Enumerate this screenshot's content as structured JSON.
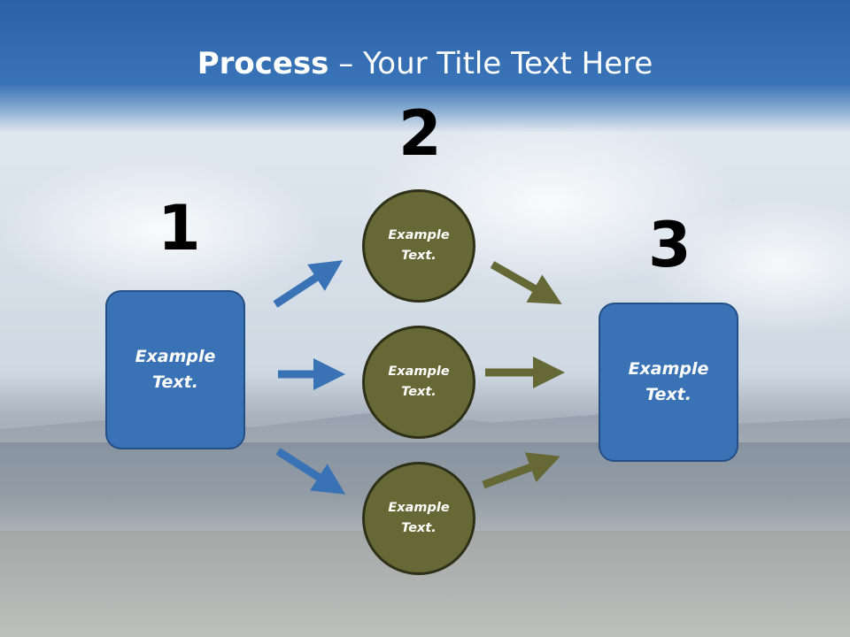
{
  "slide": {
    "title_bold": "Process",
    "title_rest": " – Your Title Text Here"
  },
  "steps": {
    "one": {
      "number": "1",
      "line1": "Example",
      "line2": "Text."
    },
    "two": {
      "number": "2"
    },
    "three": {
      "number": "3",
      "line1": "Example",
      "line2": "Text."
    }
  },
  "circles": [
    {
      "line1": "Example",
      "line2": "Text."
    },
    {
      "line1": "Example",
      "line2": "Text."
    },
    {
      "line1": "Example",
      "line2": "Text."
    }
  ],
  "colors": {
    "box_fill": "#3a72b6",
    "circle_fill": "#666936",
    "blue_arrow": "#3a72b6",
    "olive_arrow": "#666936",
    "title_bar": "#2a62a6"
  }
}
